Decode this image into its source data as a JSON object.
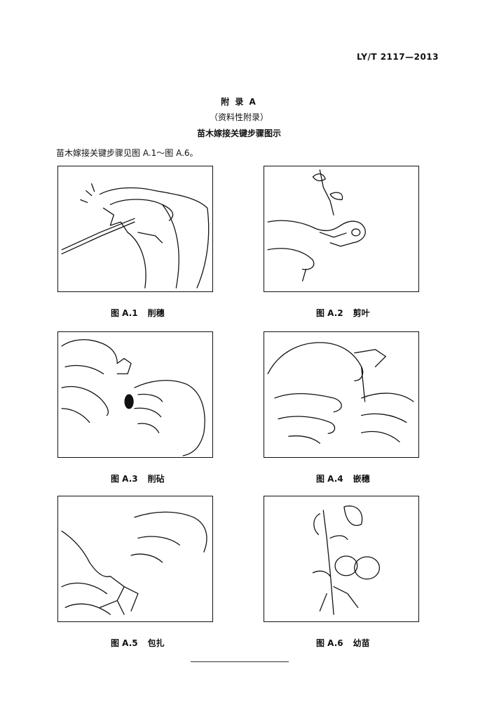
{
  "header": {
    "standard_number": "LY/T 2117—2013"
  },
  "appendix": {
    "title": "附 录 A",
    "type": "（资料性附录）",
    "heading": "苗木嫁接关键步骤图示"
  },
  "intro_text": "苗木嫁接关键步骤见图 A.1～图 A.6。",
  "figures": [
    {
      "label": "图 A.1",
      "caption": "削穗"
    },
    {
      "label": "图 A.2",
      "caption": "剪叶"
    },
    {
      "label": "图 A.3",
      "caption": "削砧"
    },
    {
      "label": "图 A.4",
      "caption": "嵌穗"
    },
    {
      "label": "图 A.5",
      "caption": "包扎"
    },
    {
      "label": "图 A.6",
      "caption": "幼苗"
    }
  ]
}
